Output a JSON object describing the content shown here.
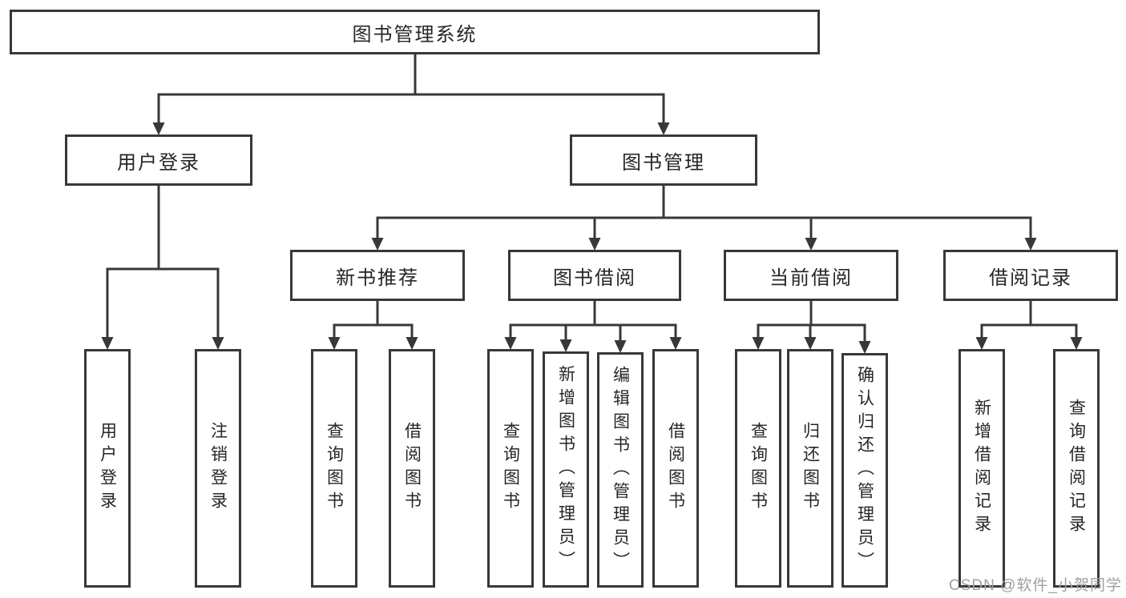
{
  "nodes": {
    "root": {
      "label": "图书管理系统"
    },
    "branches": [
      {
        "label": "用户登录",
        "children": [
          {
            "label": "用户登录"
          },
          {
            "label": "注销登录"
          }
        ]
      },
      {
        "label": "图书管理",
        "children": [
          {
            "label": "新书推荐",
            "children": [
              {
                "label": "查询图书"
              },
              {
                "label": "借阅图书"
              }
            ]
          },
          {
            "label": "图书借阅",
            "children": [
              {
                "label": "查询图书"
              },
              {
                "label": "新增图书（管理员）"
              },
              {
                "label": "编辑图书（管理员）"
              },
              {
                "label": "借阅图书"
              }
            ]
          },
          {
            "label": "当前借阅",
            "children": [
              {
                "label": "查询图书"
              },
              {
                "label": "归还图书"
              },
              {
                "label": "确认归还（管理员）"
              }
            ]
          },
          {
            "label": "借阅记录",
            "children": [
              {
                "label": "新增借阅记录"
              },
              {
                "label": "查询借阅记录"
              }
            ]
          }
        ]
      }
    ]
  },
  "watermark": {
    "text": "CSDN @软件_小贺同学"
  },
  "colors": {
    "line": "#383838",
    "text": "#262626",
    "background": "#ffffff",
    "watermark": "#a0a0a0"
  }
}
